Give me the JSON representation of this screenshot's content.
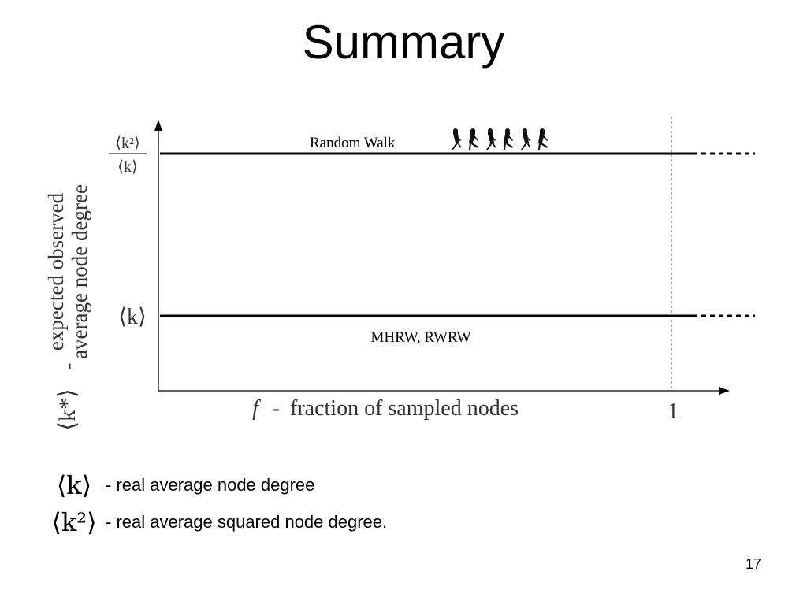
{
  "slide": {
    "title": "Summary",
    "page_number": "17"
  },
  "figure": {
    "y_axis_label_symbol": "⟨k*⟩",
    "y_axis_label_dash": "-",
    "y_axis_label_line1": "expected observed",
    "y_axis_label_line2": "average node degree",
    "x_axis_label_symbol": "f",
    "x_axis_label_dash": "-",
    "x_axis_label_text": "fraction of sampled nodes",
    "x_tick_one": "1",
    "upper_tick_numerator": "⟨k²⟩",
    "upper_tick_denominator": "⟨k⟩",
    "lower_tick": "⟨k⟩",
    "upper_line_label": "Random Walk",
    "lower_line_label": "MHRW, RWRW",
    "walker_icon_count": 6
  },
  "legend": [
    {
      "symbol": "⟨k⟩",
      "text": "- real average node degree"
    },
    {
      "symbol": "⟨k²⟩",
      "text": "- real average squared node degree."
    }
  ]
}
